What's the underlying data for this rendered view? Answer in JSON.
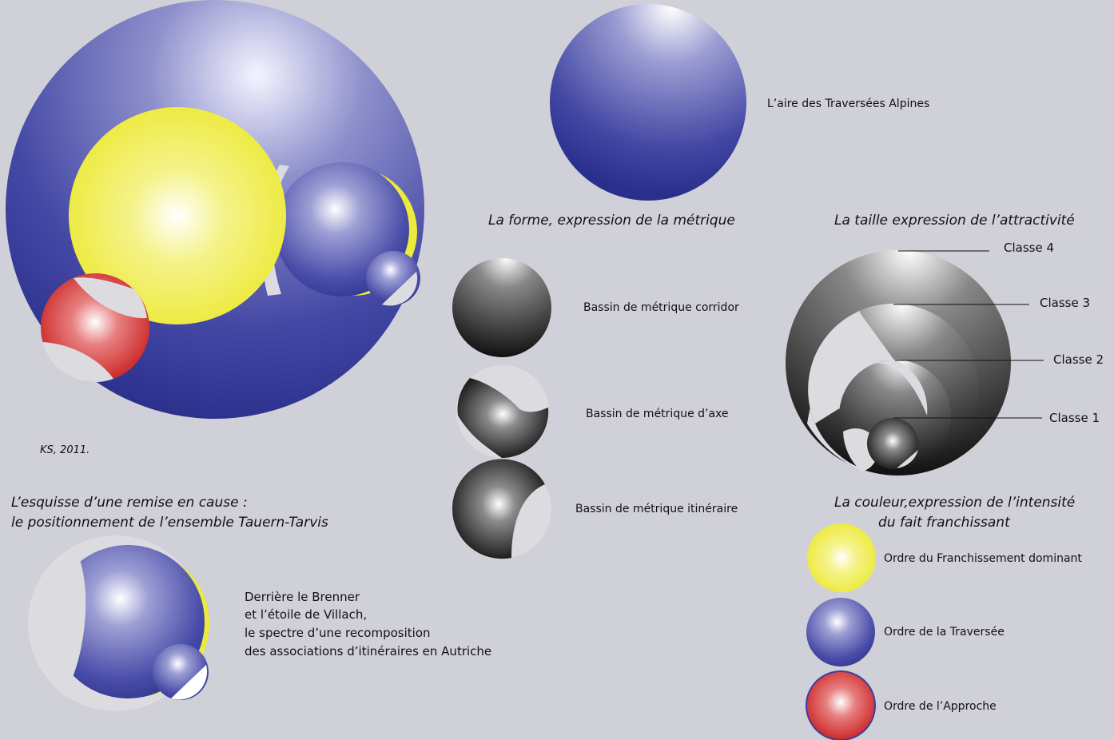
{
  "credit": "KS, 2011.",
  "sketch_title": {
    "line1": "L’esquisse d’une remise en cause :",
    "line2": "le positionnement de l’ensemble Tauern-Tarvis"
  },
  "sketch_caption": [
    "Derrière le Brenner",
    "et l’étoile de Villach,",
    "le spectre d’une recomposition",
    "des associations d’itinéraires en Autriche"
  ],
  "area_label": "L’aire des Traversées Alpines",
  "shape_section": {
    "title": "La forme, expression de la métrique",
    "items": [
      "Bassin de métrique corridor",
      "Bassin de métrique d’axe",
      "Bassin de métrique itinéraire"
    ]
  },
  "size_section": {
    "title": "La taille expression de l’attractivité",
    "classes": [
      "Classe 4",
      "Classe 3",
      "Classe 2",
      "Classe 1"
    ]
  },
  "color_section": {
    "title_line1": "La couleur,expression de l’intensité",
    "title_line2": "du fait franchissant",
    "items": [
      {
        "label": "Ordre du Franchissement dominant",
        "color": "#ecea3a"
      },
      {
        "label": "Ordre de la Traversée",
        "color": "#3a3f9e"
      },
      {
        "label": "Ordre de l’Approche",
        "color": "#d42a2a"
      }
    ]
  },
  "colors": {
    "background": "#d0d0d8",
    "cutout": "#dcdce0",
    "blue": "#363c98",
    "yellow": "#ecea3a",
    "red": "#d42a2a",
    "gray": "#1a1a1a"
  }
}
